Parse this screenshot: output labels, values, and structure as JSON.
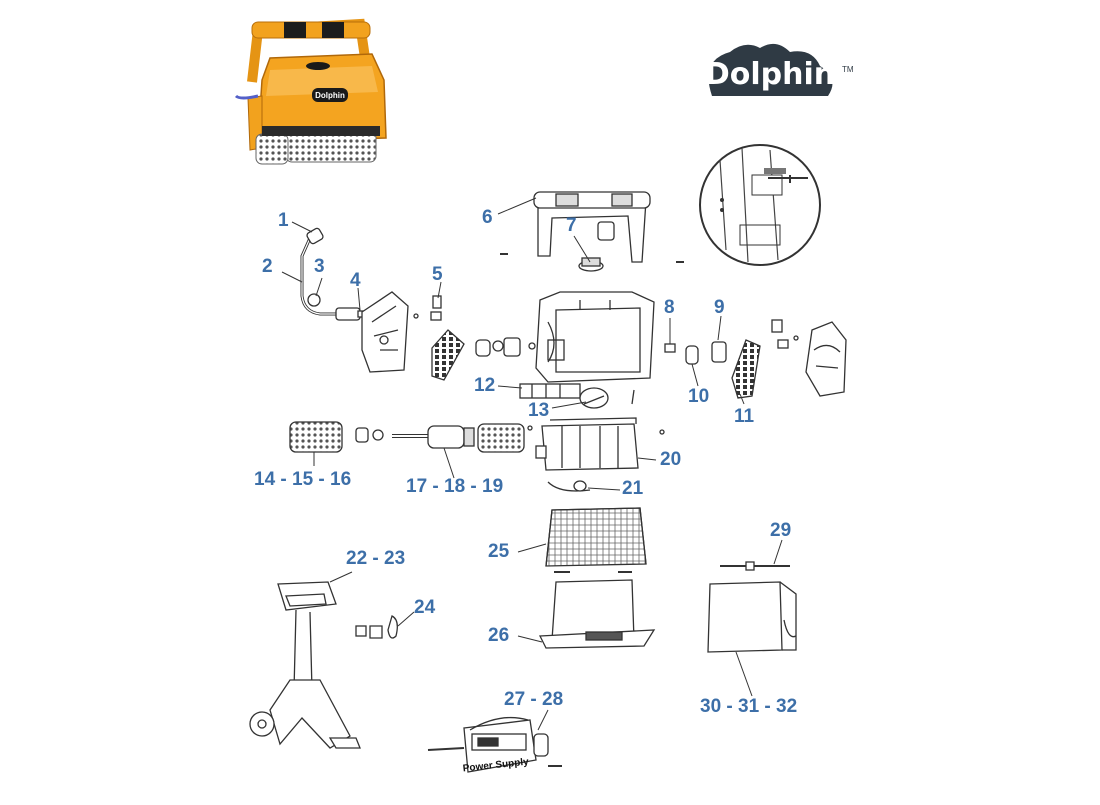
{
  "brand": {
    "logo_text": "Dolphin",
    "trademark": "TM"
  },
  "product_photo": {
    "badge_text": "Dolphin"
  },
  "power_supply_label": "Power Supply",
  "callouts": [
    "1",
    "2",
    "3",
    "4",
    "5",
    "6",
    "7",
    "8",
    "9",
    "10",
    "11",
    "12",
    "13",
    "14 - 15 - 16",
    "17 - 18 - 19",
    "20",
    "21",
    "22 - 23",
    "24",
    "25",
    "26",
    "27 - 28",
    "29",
    "30 - 31 - 32"
  ],
  "colors": {
    "callout": "#3d6fa8",
    "robot_body": "#f2a21e",
    "robot_dark": "#222222",
    "line_art": "#333333",
    "logo": "#2f3a44"
  }
}
